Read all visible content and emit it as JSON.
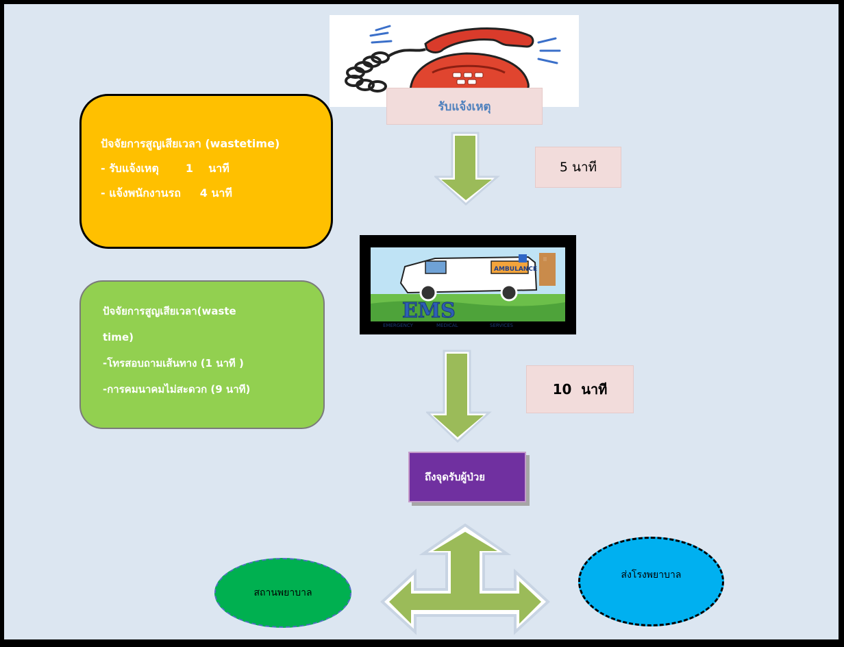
{
  "receive_label": "รับแจ้งเหตุ",
  "phone_picture": "red-telephone-icon",
  "ambulance_picture": {
    "name": "ems-ambulance-icon",
    "lettering": [
      "AMBULANCE",
      "EMS",
      "EMERGENCY",
      "MEDICAL",
      "SERVICES"
    ]
  },
  "orange_box": {
    "lines": [
      "ปัจจัยการสูญเสียเวลา (wastetime)",
      "- รับแจ้งเหตุ       1    นาที",
      "- แจ้งพนักงานรถ     4 นาที"
    ]
  },
  "green_box": {
    "lines": [
      "ปัจจัยการสูญเสียเวลา(waste",
      "time)",
      "-โทรสอบถามเส้นทาง (1 นาที )",
      "-การคมนาคมไม่สะดวก (9 นาที)"
    ]
  },
  "minutes_first": "5 นาที",
  "minutes_second": "10  นาที",
  "destination_label": "ถึงจุดรับผู้ป่วย",
  "left_outcome": "สถานพยาบาล",
  "right_outcome": "ส่งโรงพยาบาล",
  "colors": {
    "background": "#dce6f1",
    "orange": "#ffc000",
    "green_box": "#92d050",
    "arrow": "#9bbb59",
    "pink_label": "#f2dcdb",
    "purple": "#7030a0",
    "ellipse_green": "#00b050",
    "ellipse_blue": "#00b0f0"
  }
}
